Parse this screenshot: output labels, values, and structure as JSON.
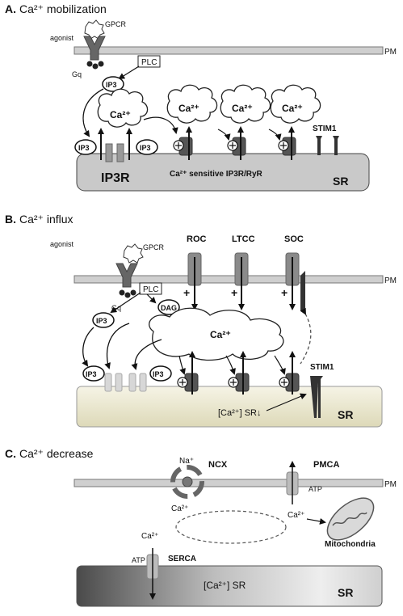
{
  "panels": [
    {
      "letter": "A.",
      "title": "Ca²⁺ mobilization"
    },
    {
      "letter": "B.",
      "title": "Ca²⁺ influx"
    },
    {
      "letter": "C.",
      "title": "Ca²⁺ decrease"
    }
  ],
  "labels": {
    "agonist": "agonist",
    "gpcr": "GPCR",
    "pm": "PM",
    "gq": "Gq",
    "plc": "PLC",
    "ip3": "IP3",
    "ip3_alt": "IP3",
    "dag": "DAG",
    "ca": "Ca²⁺",
    "ip3r": "IP3R",
    "sensitive": "Ca²⁺ sensitive IP3R/RyR",
    "stim1": "STIM1",
    "sr": "SR",
    "roc": "ROC",
    "ltcc": "LTCC",
    "soc": "SOC",
    "ca_sr_down": "[Ca²⁺] SR↓",
    "ca_sr": "[Ca²⁺] SR",
    "na": "Na⁺",
    "ncx": "NCX",
    "pmca": "PMCA",
    "atp": "ATP",
    "mito": "Mitochondria",
    "serca": "SERCA"
  },
  "colors": {
    "membrane": "#cccccc",
    "sr_a": "#c9c9c9",
    "sr_b": "#eeecd6",
    "channel": "#555555"
  }
}
